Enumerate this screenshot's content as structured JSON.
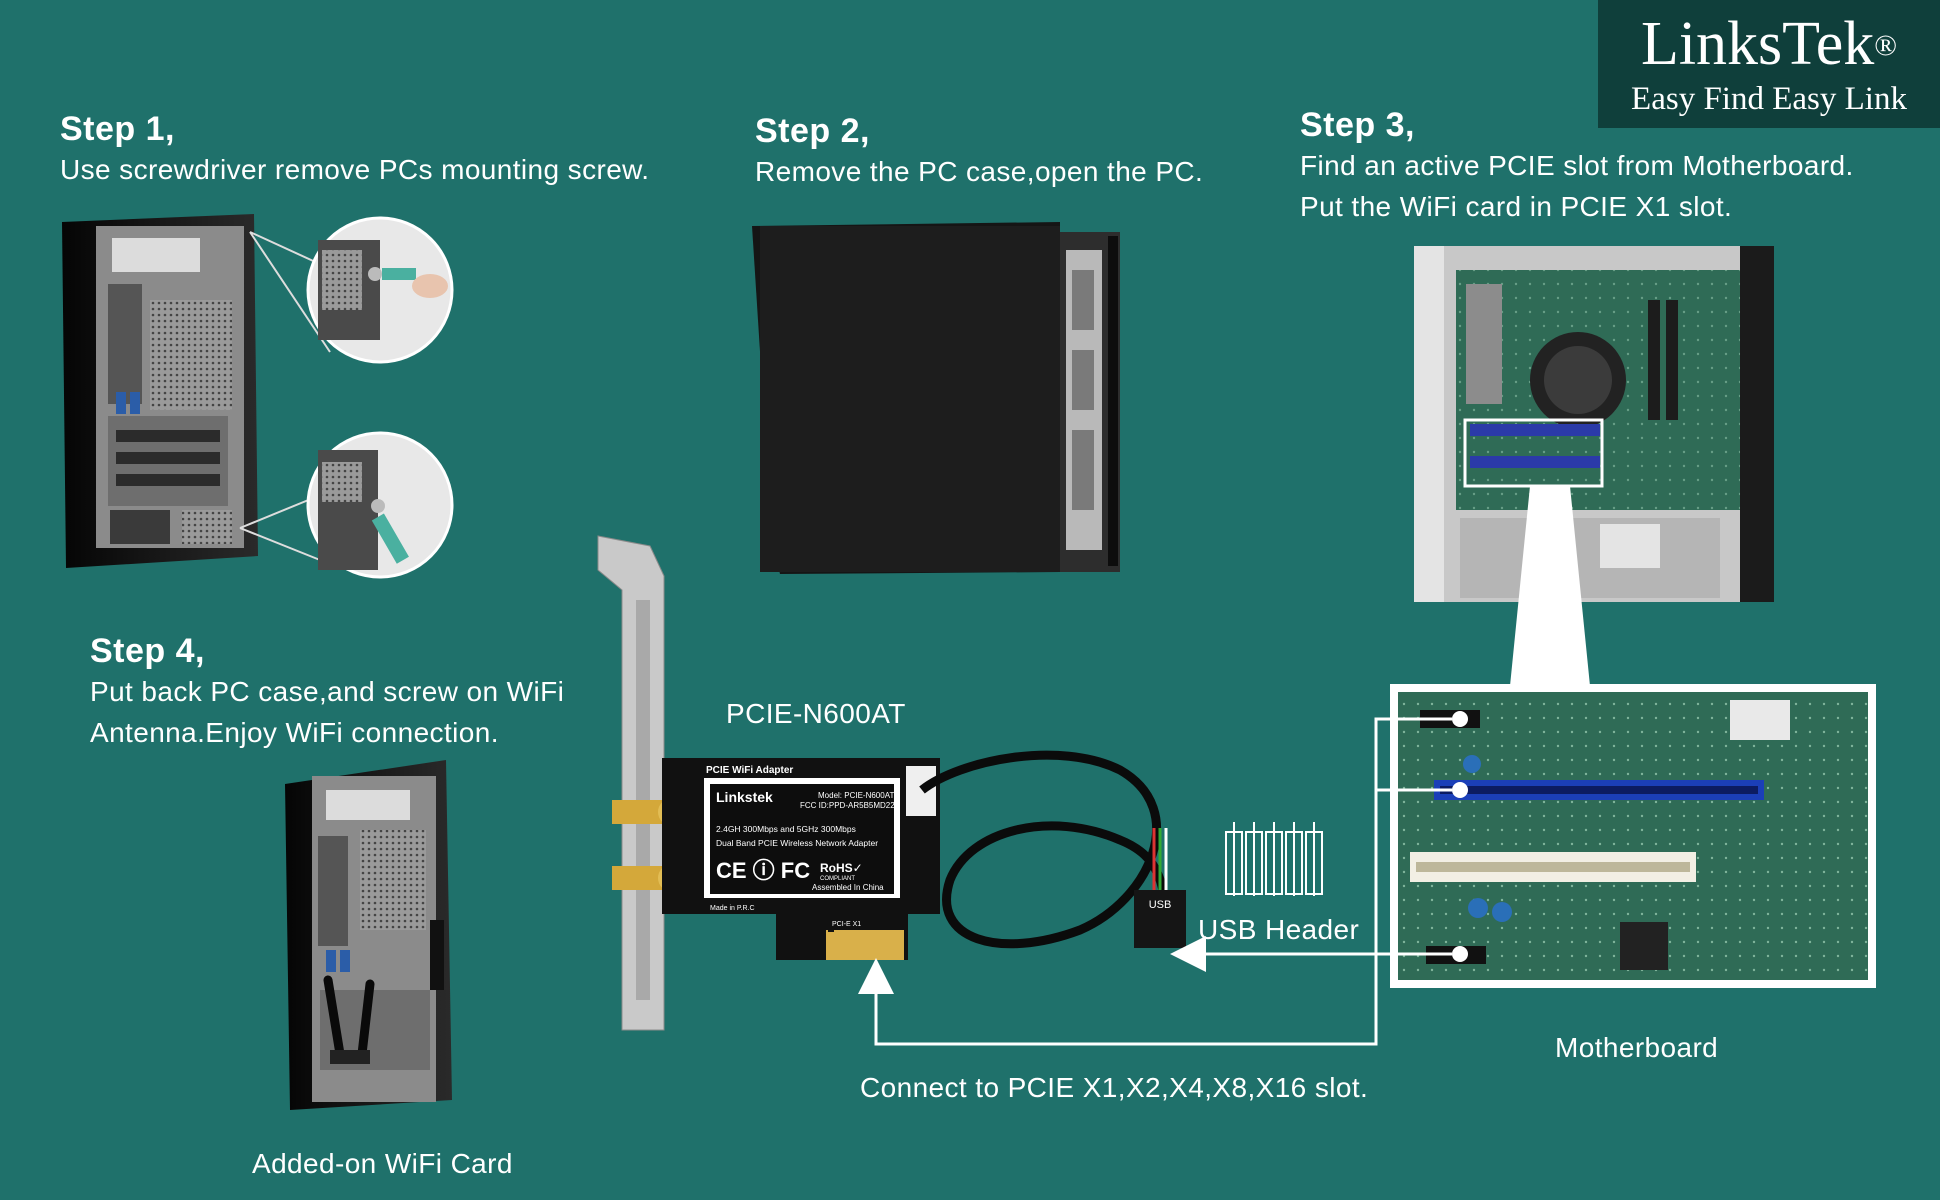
{
  "logo": {
    "brand": "LinksTek",
    "registered": "®",
    "tagline": "Easy Find Easy Link"
  },
  "steps": [
    {
      "title": "Step 1,",
      "lines": [
        "Use screwdriver remove PCs mounting screw."
      ]
    },
    {
      "title": "Step 2,",
      "lines": [
        "Remove the PC case,open the PC."
      ]
    },
    {
      "title": "Step 3,",
      "lines": [
        "Find an active PCIE slot from Motherboard.",
        "Put the WiFi card in PCIE X1 slot."
      ]
    },
    {
      "title": "Step 4,",
      "lines": [
        "Put back PC case,and screw on WiFi",
        "Antenna.Enjoy WiFi connection."
      ]
    }
  ],
  "captions": {
    "model": "PCIE-N600AT",
    "usb_header": "USB Header",
    "motherboard": "Motherboard",
    "connect": "Connect to PCIE X1,X2,X4,X8,X16 slot.",
    "added_card": "Added-on WiFi Card"
  },
  "card_label": {
    "header": "PCIE WiFi Adapter",
    "brand": "Linkstek",
    "model_line": "Model: PCIE-N600AT",
    "fcc_line": "FCC ID:PPD-AR5B5MD22",
    "spec_line1": "2.4GH 300Mbps and 5GHz 300Mbps",
    "spec_line2": "Dual Band PCIE Wireless Network Adapter",
    "marks": "CE ⓘ FC",
    "rohs": "RoHS✓",
    "rohs_sub": "COMPLIANT",
    "assembled": "Assembled In China",
    "made_in": "Made in P.R.C",
    "slot_label": "PCI-E X1"
  },
  "usb_plug_label": "USB",
  "colors": {
    "background": "#1f716b",
    "logo_bg": "#0f3f3b",
    "text": "#ffffff",
    "pc_case": "#1a1a1a",
    "motherboard": "#2e5e4e",
    "pcb": "#111111"
  }
}
